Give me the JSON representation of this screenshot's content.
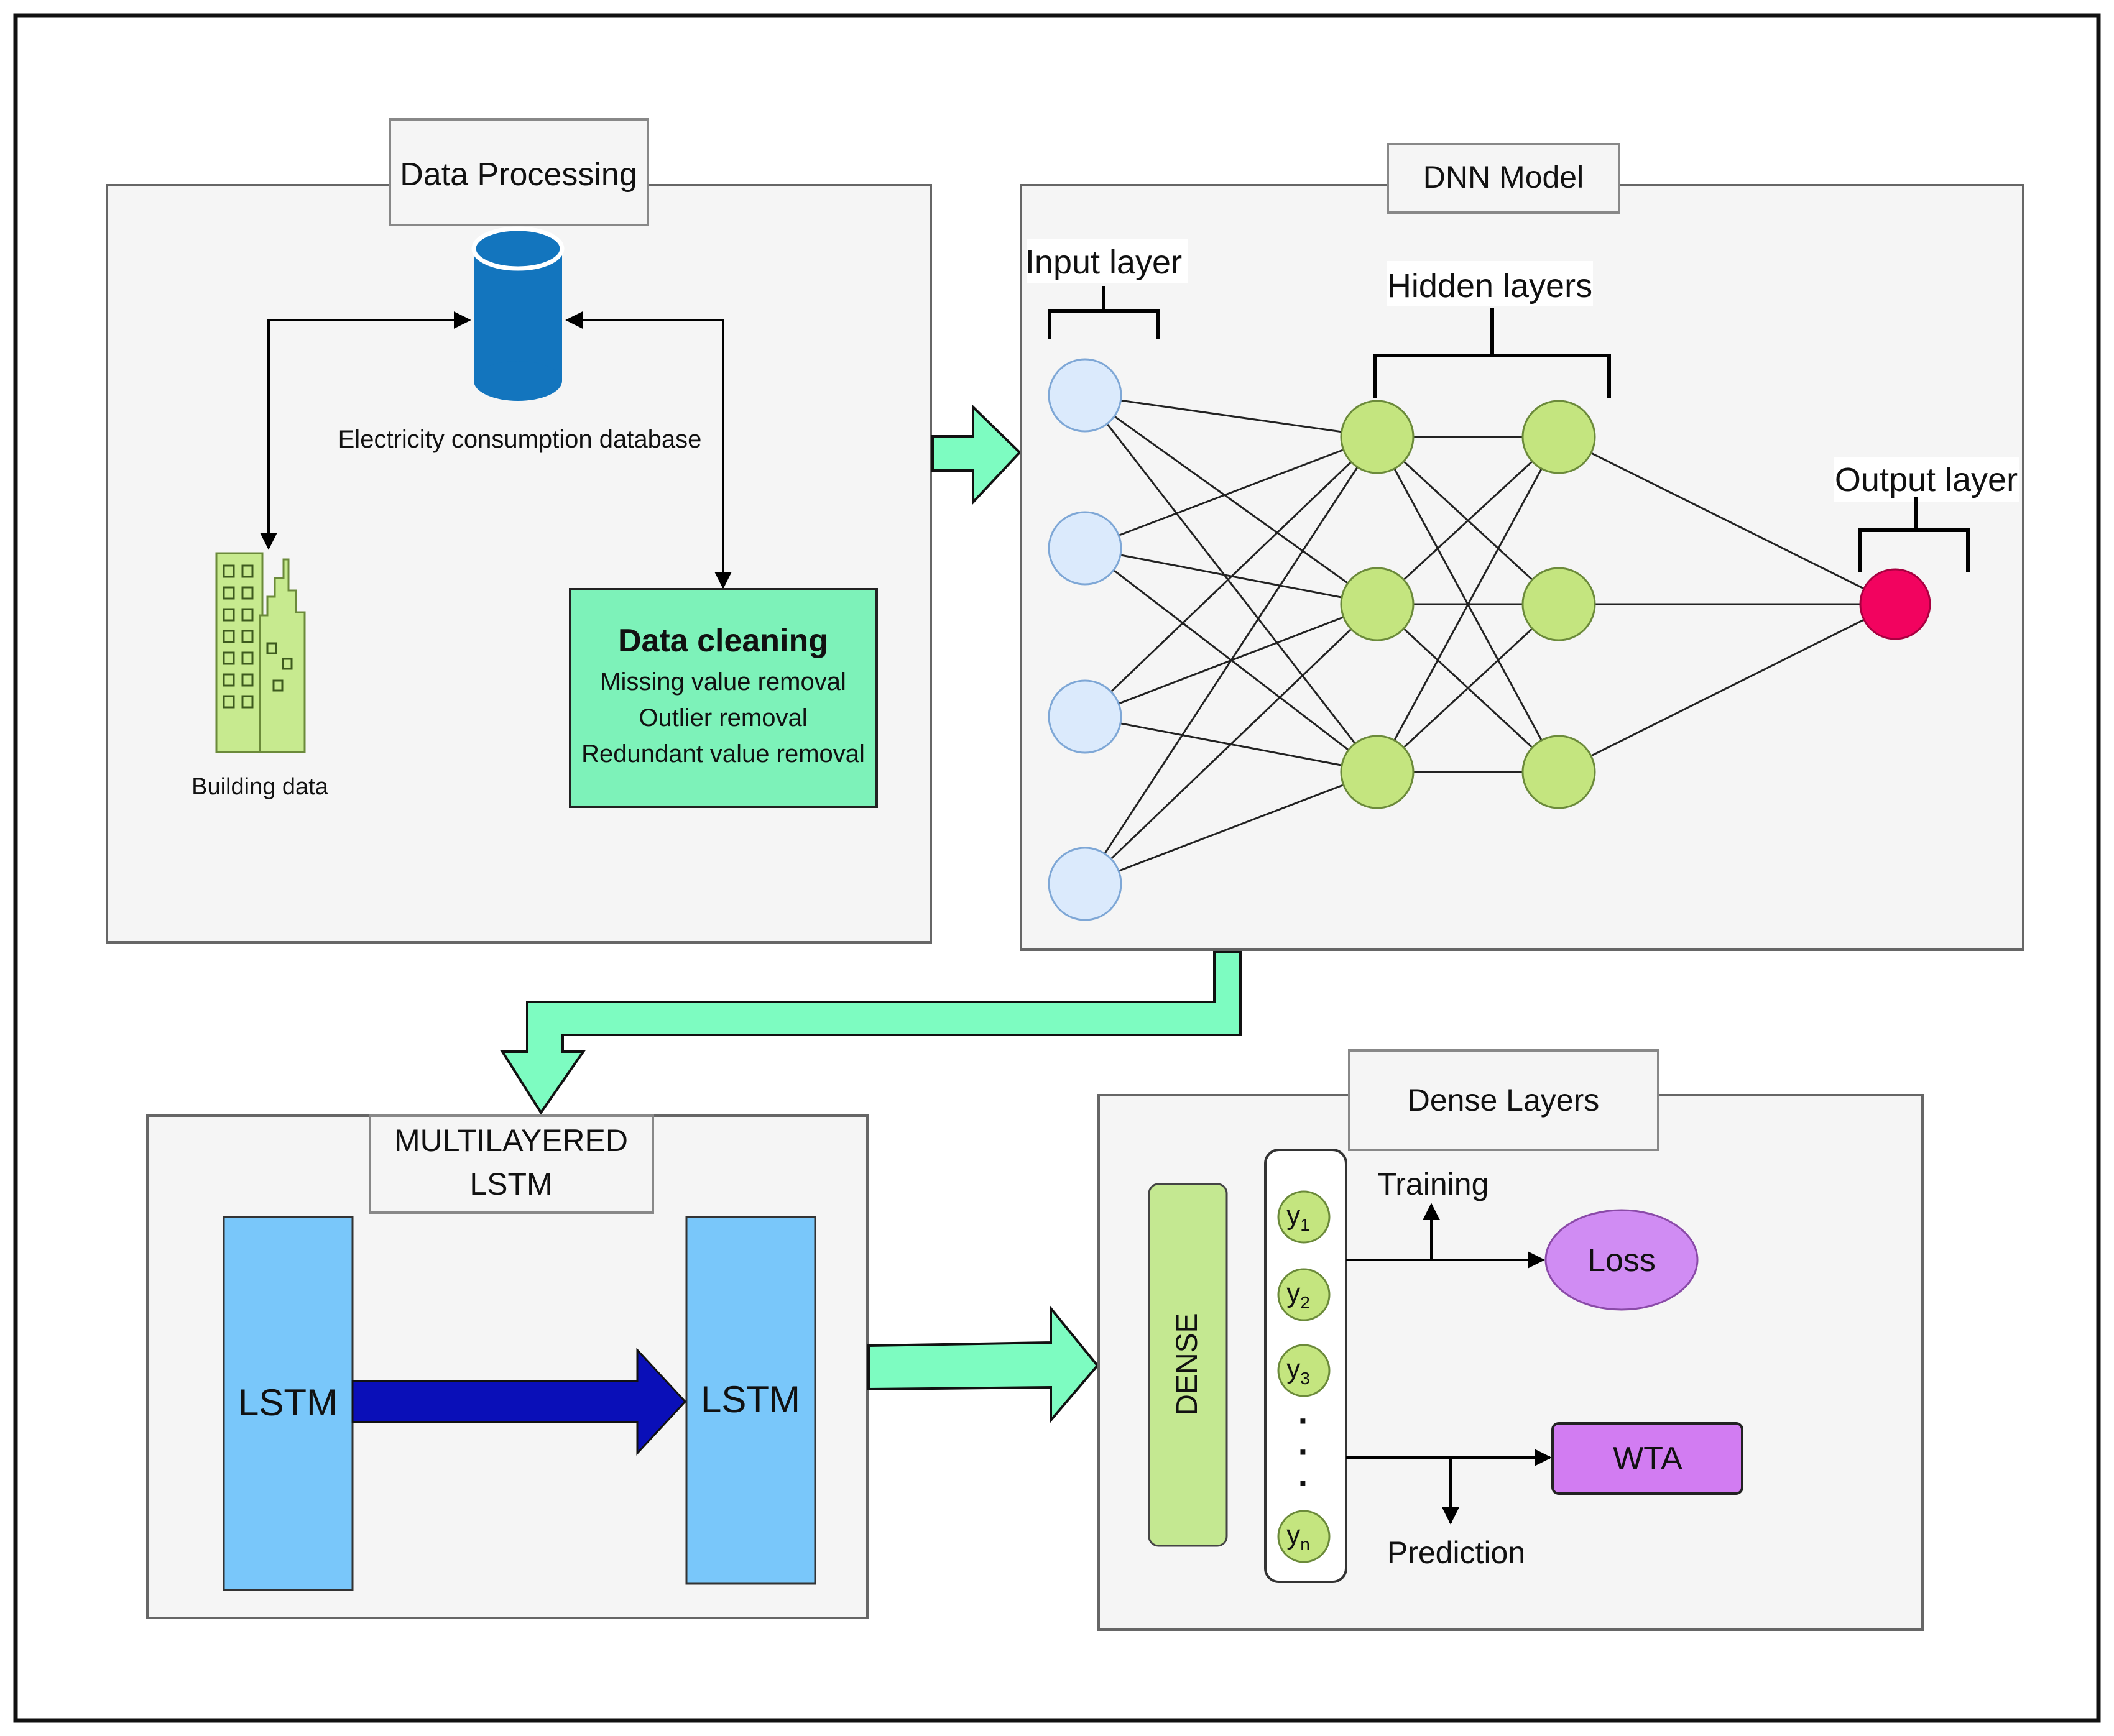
{
  "panels": {
    "data_processing": {
      "title": "Data Processing"
    },
    "dnn_model": {
      "title": "DNN Model"
    },
    "multilayered_lstm": {
      "title_line1": "MULTILAYERED",
      "title_line2": "LSTM"
    },
    "dense_layers": {
      "title": "Dense Layers"
    }
  },
  "data_processing": {
    "database_label": "Electricity consumption database",
    "building_label": "Building data",
    "cleaning": {
      "title": "Data cleaning",
      "items": [
        "Missing value removal",
        "Outlier removal",
        "Redundant value removal"
      ]
    }
  },
  "dnn": {
    "input_label": "Input layer",
    "hidden_label": "Hidden layers",
    "output_label": "Output layer",
    "input_node_count": 4,
    "hidden_layer_count": 2,
    "hidden_node_count": 3
  },
  "lstm": {
    "left_label": "LSTM",
    "right_label": "LSTM"
  },
  "dense": {
    "block_label": "DENSE",
    "outputs": [
      {
        "base": "y",
        "sub": "1"
      },
      {
        "base": "y",
        "sub": "2"
      },
      {
        "base": "y",
        "sub": "3"
      },
      {
        "base": "y",
        "sub": "n"
      }
    ],
    "ellipsis": "·",
    "training_label": "Training",
    "loss_label": "Loss",
    "prediction_label": "Prediction",
    "wta_label": "WTA"
  },
  "colors": {
    "panel_bg": "#f5f5f5",
    "panel_border": "#666666",
    "flow_arrow": "#7dfcc1",
    "cleaning_bg": "#7df2b9",
    "database": "#1375be",
    "building": "#c7ea8f",
    "input_node": "#dbeafc",
    "input_node_stroke": "#7ea7d6",
    "hidden_node": "#c4e57f",
    "output_node": "#f2035f",
    "lstm_block": "#79c7fa",
    "lstm_arrow": "#0a0fb8",
    "dense_block": "#c4e891",
    "loss": "#d08cf3",
    "wta": "#d27cf2"
  }
}
